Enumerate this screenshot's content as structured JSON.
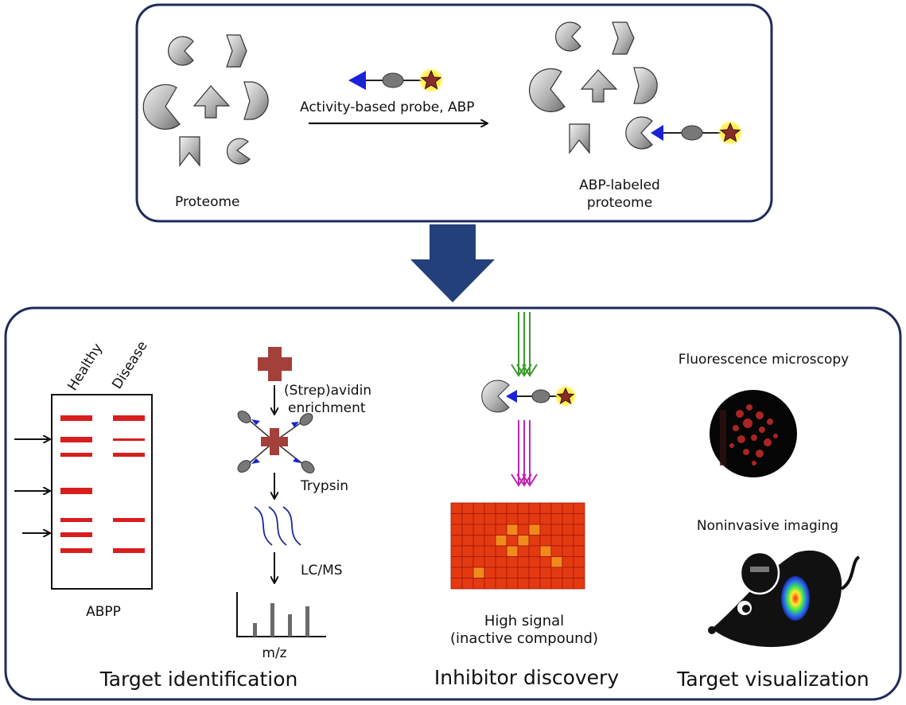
{
  "top_panel": {
    "probe_label": "Activity-based probe, ABP",
    "proteome_label": "Proteome",
    "labeled_label_line1": "ABP-labeled",
    "labeled_label_line2": "proteome"
  },
  "target_identification": {
    "title": "Target identification",
    "gel": {
      "lane_healthy": "Healthy",
      "lane_disease": "Disease",
      "caption": "ABPP"
    },
    "workflow": {
      "enrichment_line1": "(Strep)avidin",
      "enrichment_line2": "enrichment",
      "digest": "Trypsin",
      "analysis": "LC/MS",
      "spectrum_axis": "m/z"
    }
  },
  "inhibitor_discovery": {
    "title": "Inhibitor discovery",
    "result_line1": "High signal",
    "result_line2": "(inactive compound)"
  },
  "target_visualization": {
    "title": "Target visualization",
    "microscopy": "Fluorescence microscopy",
    "imaging": "Noninvasive imaging"
  },
  "colors": {
    "frame": "#1f2a5c",
    "big_arrow": "#23407a",
    "band_red": "#d81e1e",
    "probe_warhead": "#1a22d8",
    "probe_linker": "#777777",
    "probe_tag": "#8b2a2a",
    "tag_glow": "#fff04a",
    "avidin": "#a3403a",
    "green_arrows": "#3a9a2a",
    "magenta_arrows": "#c026b0",
    "heatmap_base": "#e43a12",
    "heatmap_hot": "#f08a1c"
  }
}
